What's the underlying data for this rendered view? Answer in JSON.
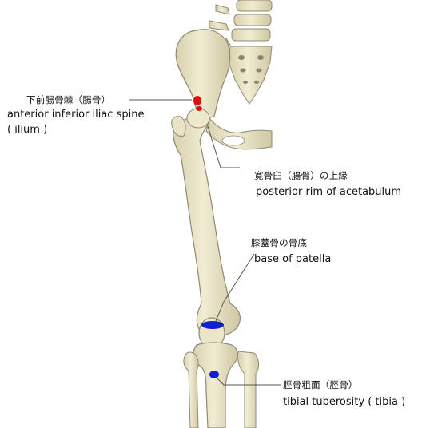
{
  "labels": {
    "aiis": {
      "jp": "下前腸骨棘（腸骨）",
      "en": "anterior inferior iliac spine",
      "en2": "( ilium )"
    },
    "acetabulum": {
      "jp": "寛骨臼（腸骨）の上縁",
      "en": "posterior rim of acetabulum"
    },
    "patella": {
      "jp": "膝蓋骨の骨底",
      "en": "base of patella"
    },
    "tibia": {
      "jp": "脛骨粗面（脛骨）",
      "en": "tibial tuberosity ( tibia )"
    }
  },
  "colors": {
    "bone_fill": "#ece6c8",
    "bone_shade": "#cfc7a3",
    "bone_outline": "#8f8a74",
    "origin_marker": "#e01010",
    "insertion_marker": "#1020d0",
    "leader_line": "#555555"
  }
}
